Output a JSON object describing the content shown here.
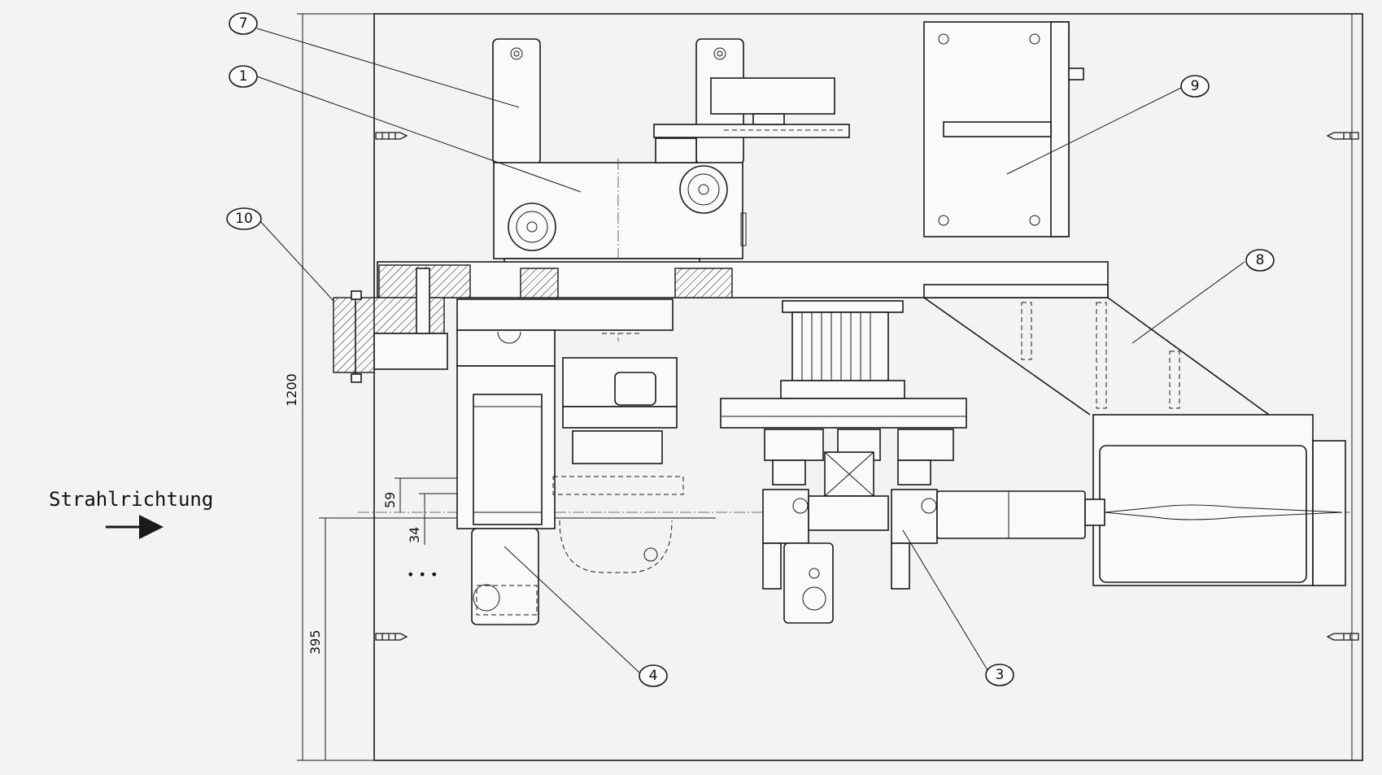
{
  "drawing": {
    "flow_label": "Strahlrichtung",
    "dimensions": {
      "overall_height": "1200",
      "beam_height": "395",
      "offset_a": "59",
      "offset_b": "34"
    },
    "balloons": [
      {
        "id": "balloon-7",
        "label": "7"
      },
      {
        "id": "balloon-1",
        "label": "1"
      },
      {
        "id": "balloon-10",
        "label": "10"
      },
      {
        "id": "balloon-9",
        "label": "9"
      },
      {
        "id": "balloon-8",
        "label": "8"
      },
      {
        "id": "balloon-4",
        "label": "4"
      },
      {
        "id": "balloon-3",
        "label": "3"
      }
    ],
    "ellipsis": "• • •",
    "colors": {
      "ink": "#1a1a1a",
      "paper": "#f3f3f1"
    }
  }
}
